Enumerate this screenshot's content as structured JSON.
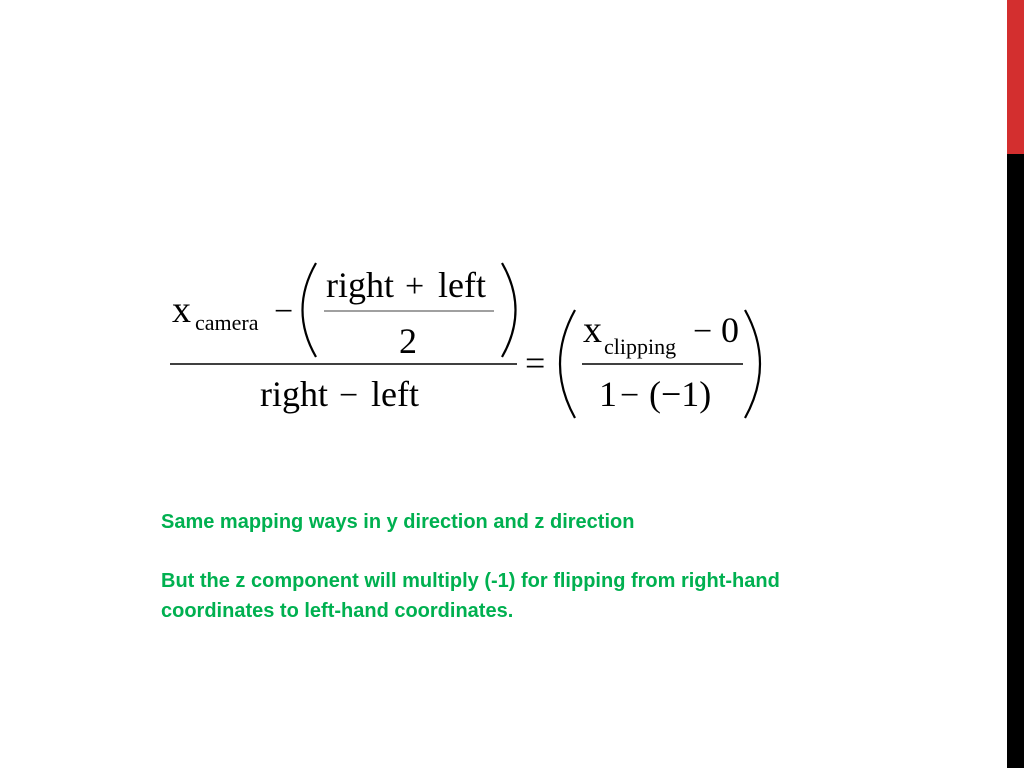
{
  "colors": {
    "accent_red": "#d32f2f",
    "accent_black": "#000000",
    "text_green": "#00b050",
    "ink": "#000000"
  },
  "equation": {
    "x_var": "x",
    "sub_camera": "camera",
    "minus": "−",
    "plus": "+",
    "equals": "=",
    "right": "right",
    "left": "left",
    "two": "2",
    "sub_clipping": "clipping",
    "zero": "0",
    "one": "1",
    "paren_neg_one": "(−1)"
  },
  "notes": {
    "line1": "Same mapping ways in y direction and z direction",
    "line2": "But the z component will multiply (-1) for flipping from right-hand coordinates to left-hand coordinates."
  }
}
